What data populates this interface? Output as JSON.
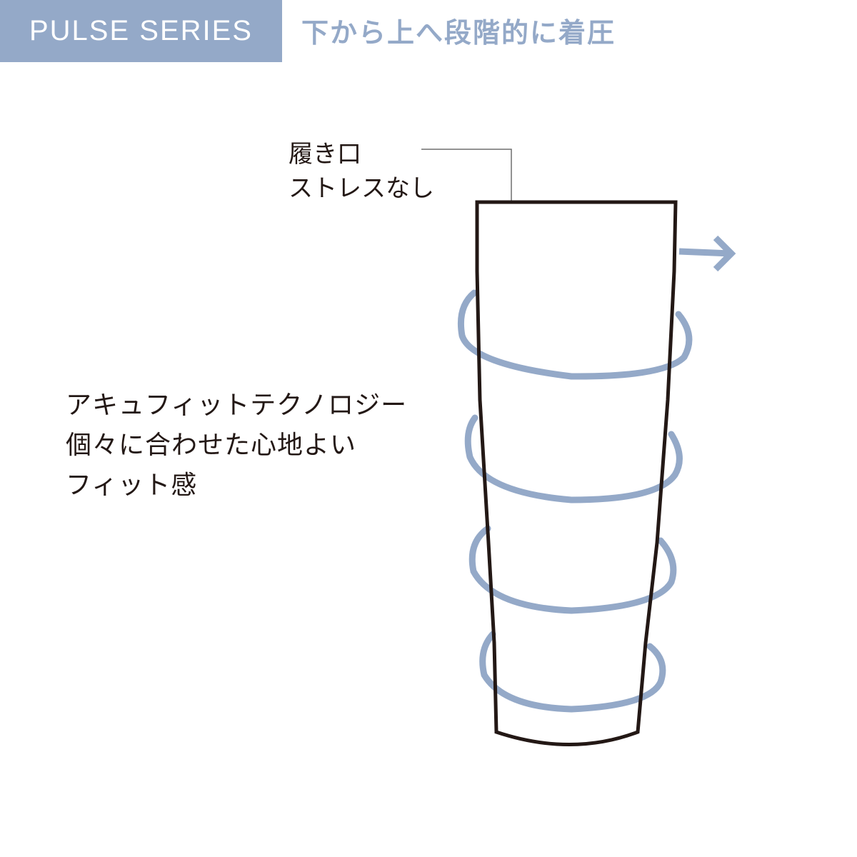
{
  "header": {
    "series_label": "PULSE SERIES",
    "tagline": "下から上へ段階的に着圧"
  },
  "callouts": {
    "opening": {
      "lines": [
        "履き口",
        "ストレスなし"
      ]
    },
    "feature": {
      "lines": [
        "アキュフィットテクノロジー",
        "個々に合わせた心地よい",
        "フィット感"
      ]
    }
  },
  "diagram": {
    "subject": "leg-sleeve-outline",
    "compression_rings": 4,
    "arrow": "right-arrow",
    "hatch": "opening-band"
  },
  "colors": {
    "accent": "#94a9c8",
    "hatch": "#c9d5e6",
    "outline": "#231815",
    "text": "#231815",
    "background": "#ffffff"
  }
}
